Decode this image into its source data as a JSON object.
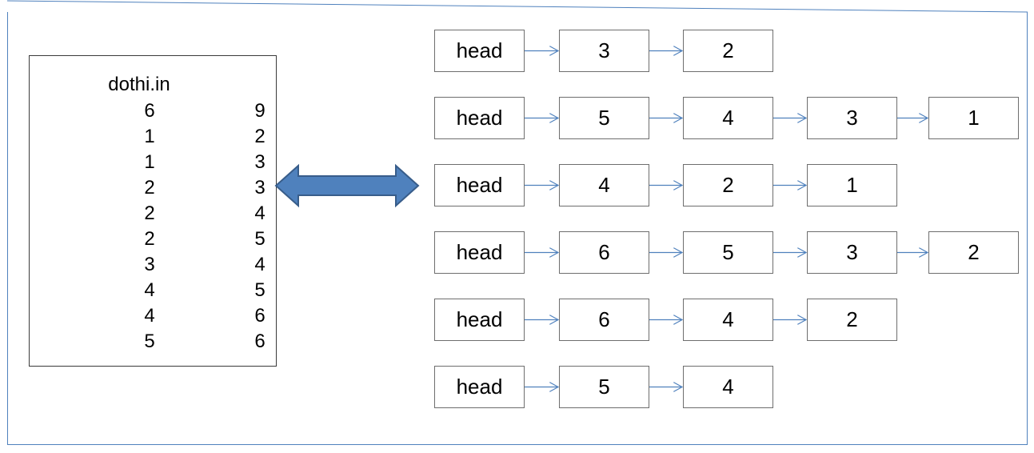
{
  "file": {
    "name": "dothi.in",
    "rows": [
      [
        "6",
        "9"
      ],
      [
        "1",
        "2"
      ],
      [
        "1",
        "3"
      ],
      [
        "2",
        "3"
      ],
      [
        "2",
        "4"
      ],
      [
        "2",
        "5"
      ],
      [
        "3",
        "4"
      ],
      [
        "4",
        "5"
      ],
      [
        "4",
        "6"
      ],
      [
        "5",
        "6"
      ]
    ]
  },
  "adjacency_lists": [
    {
      "head": "head",
      "nodes": [
        "3",
        "2"
      ]
    },
    {
      "head": "head",
      "nodes": [
        "5",
        "4",
        "3",
        "1"
      ]
    },
    {
      "head": "head",
      "nodes": [
        "4",
        "2",
        "1"
      ]
    },
    {
      "head": "head",
      "nodes": [
        "6",
        "5",
        "3",
        "2"
      ]
    },
    {
      "head": "head",
      "nodes": [
        "6",
        "4",
        "2"
      ]
    },
    {
      "head": "head",
      "nodes": [
        "5",
        "4"
      ]
    }
  ],
  "colors": {
    "frame": "#4f81bd",
    "double_arrow_fill": "#4f81bd",
    "double_arrow_stroke": "#385d8a",
    "link_arrow": "#4f81bd",
    "node_border": "#6e6e6e"
  }
}
